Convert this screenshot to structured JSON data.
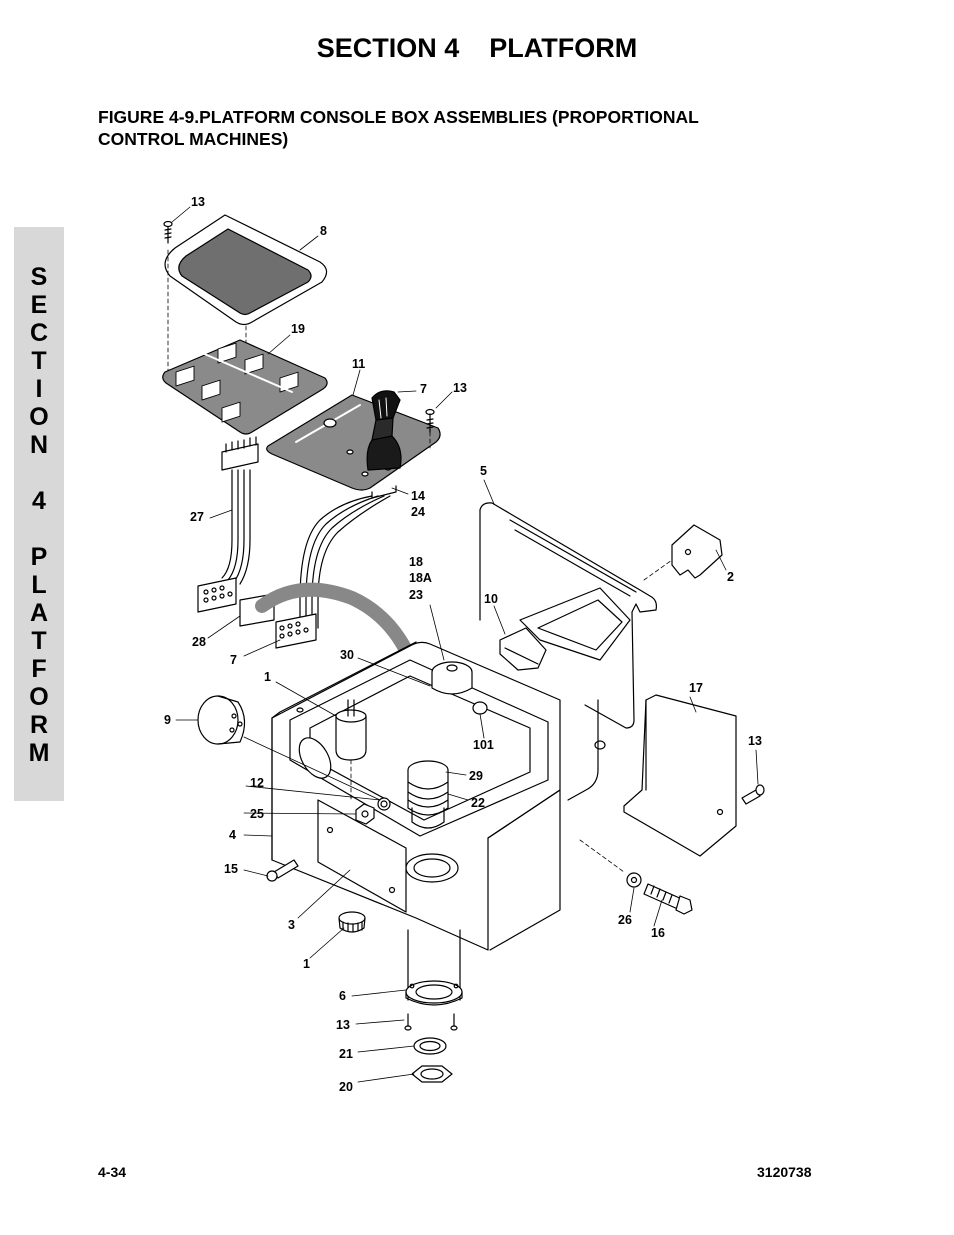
{
  "header": {
    "section_title": "SECTION 4    PLATFORM",
    "figure_line1": "FIGURE 4-9.PLATFORM CONSOLE BOX ASSEMBLIES (PROPORTIONAL",
    "figure_line2": "CONTROL MACHINES)"
  },
  "side_tab": {
    "letters": [
      "S",
      "E",
      "C",
      "T",
      "I",
      "O",
      "N",
      "4",
      "P",
      "L",
      "A",
      "T",
      "F",
      "O",
      "R",
      "M"
    ]
  },
  "callouts": {
    "c13_top": "13",
    "c8": "8",
    "c19": "19",
    "c11": "11",
    "c7_top": "7",
    "c13_mid": "13",
    "c14": "14",
    "c24": "24",
    "c5": "5",
    "c27": "27",
    "c2": "2",
    "c18": "18",
    "c18a": "18A",
    "c23": "23",
    "c10": "10",
    "c28": "28",
    "c7_low": "7",
    "c30": "30",
    "c17": "17",
    "c1_top": "1",
    "c9": "9",
    "c101": "101",
    "c13_right": "13",
    "c29": "29",
    "c12": "12",
    "c22": "22",
    "c25": "25",
    "c4": "4",
    "c15": "15",
    "c26": "26",
    "c16": "16",
    "c3": "3",
    "c1_low": "1",
    "c6": "6",
    "c13_low": "13",
    "c21": "21",
    "c20": "20"
  },
  "footer": {
    "page_number": "4-34",
    "doc_number": "3120738"
  }
}
